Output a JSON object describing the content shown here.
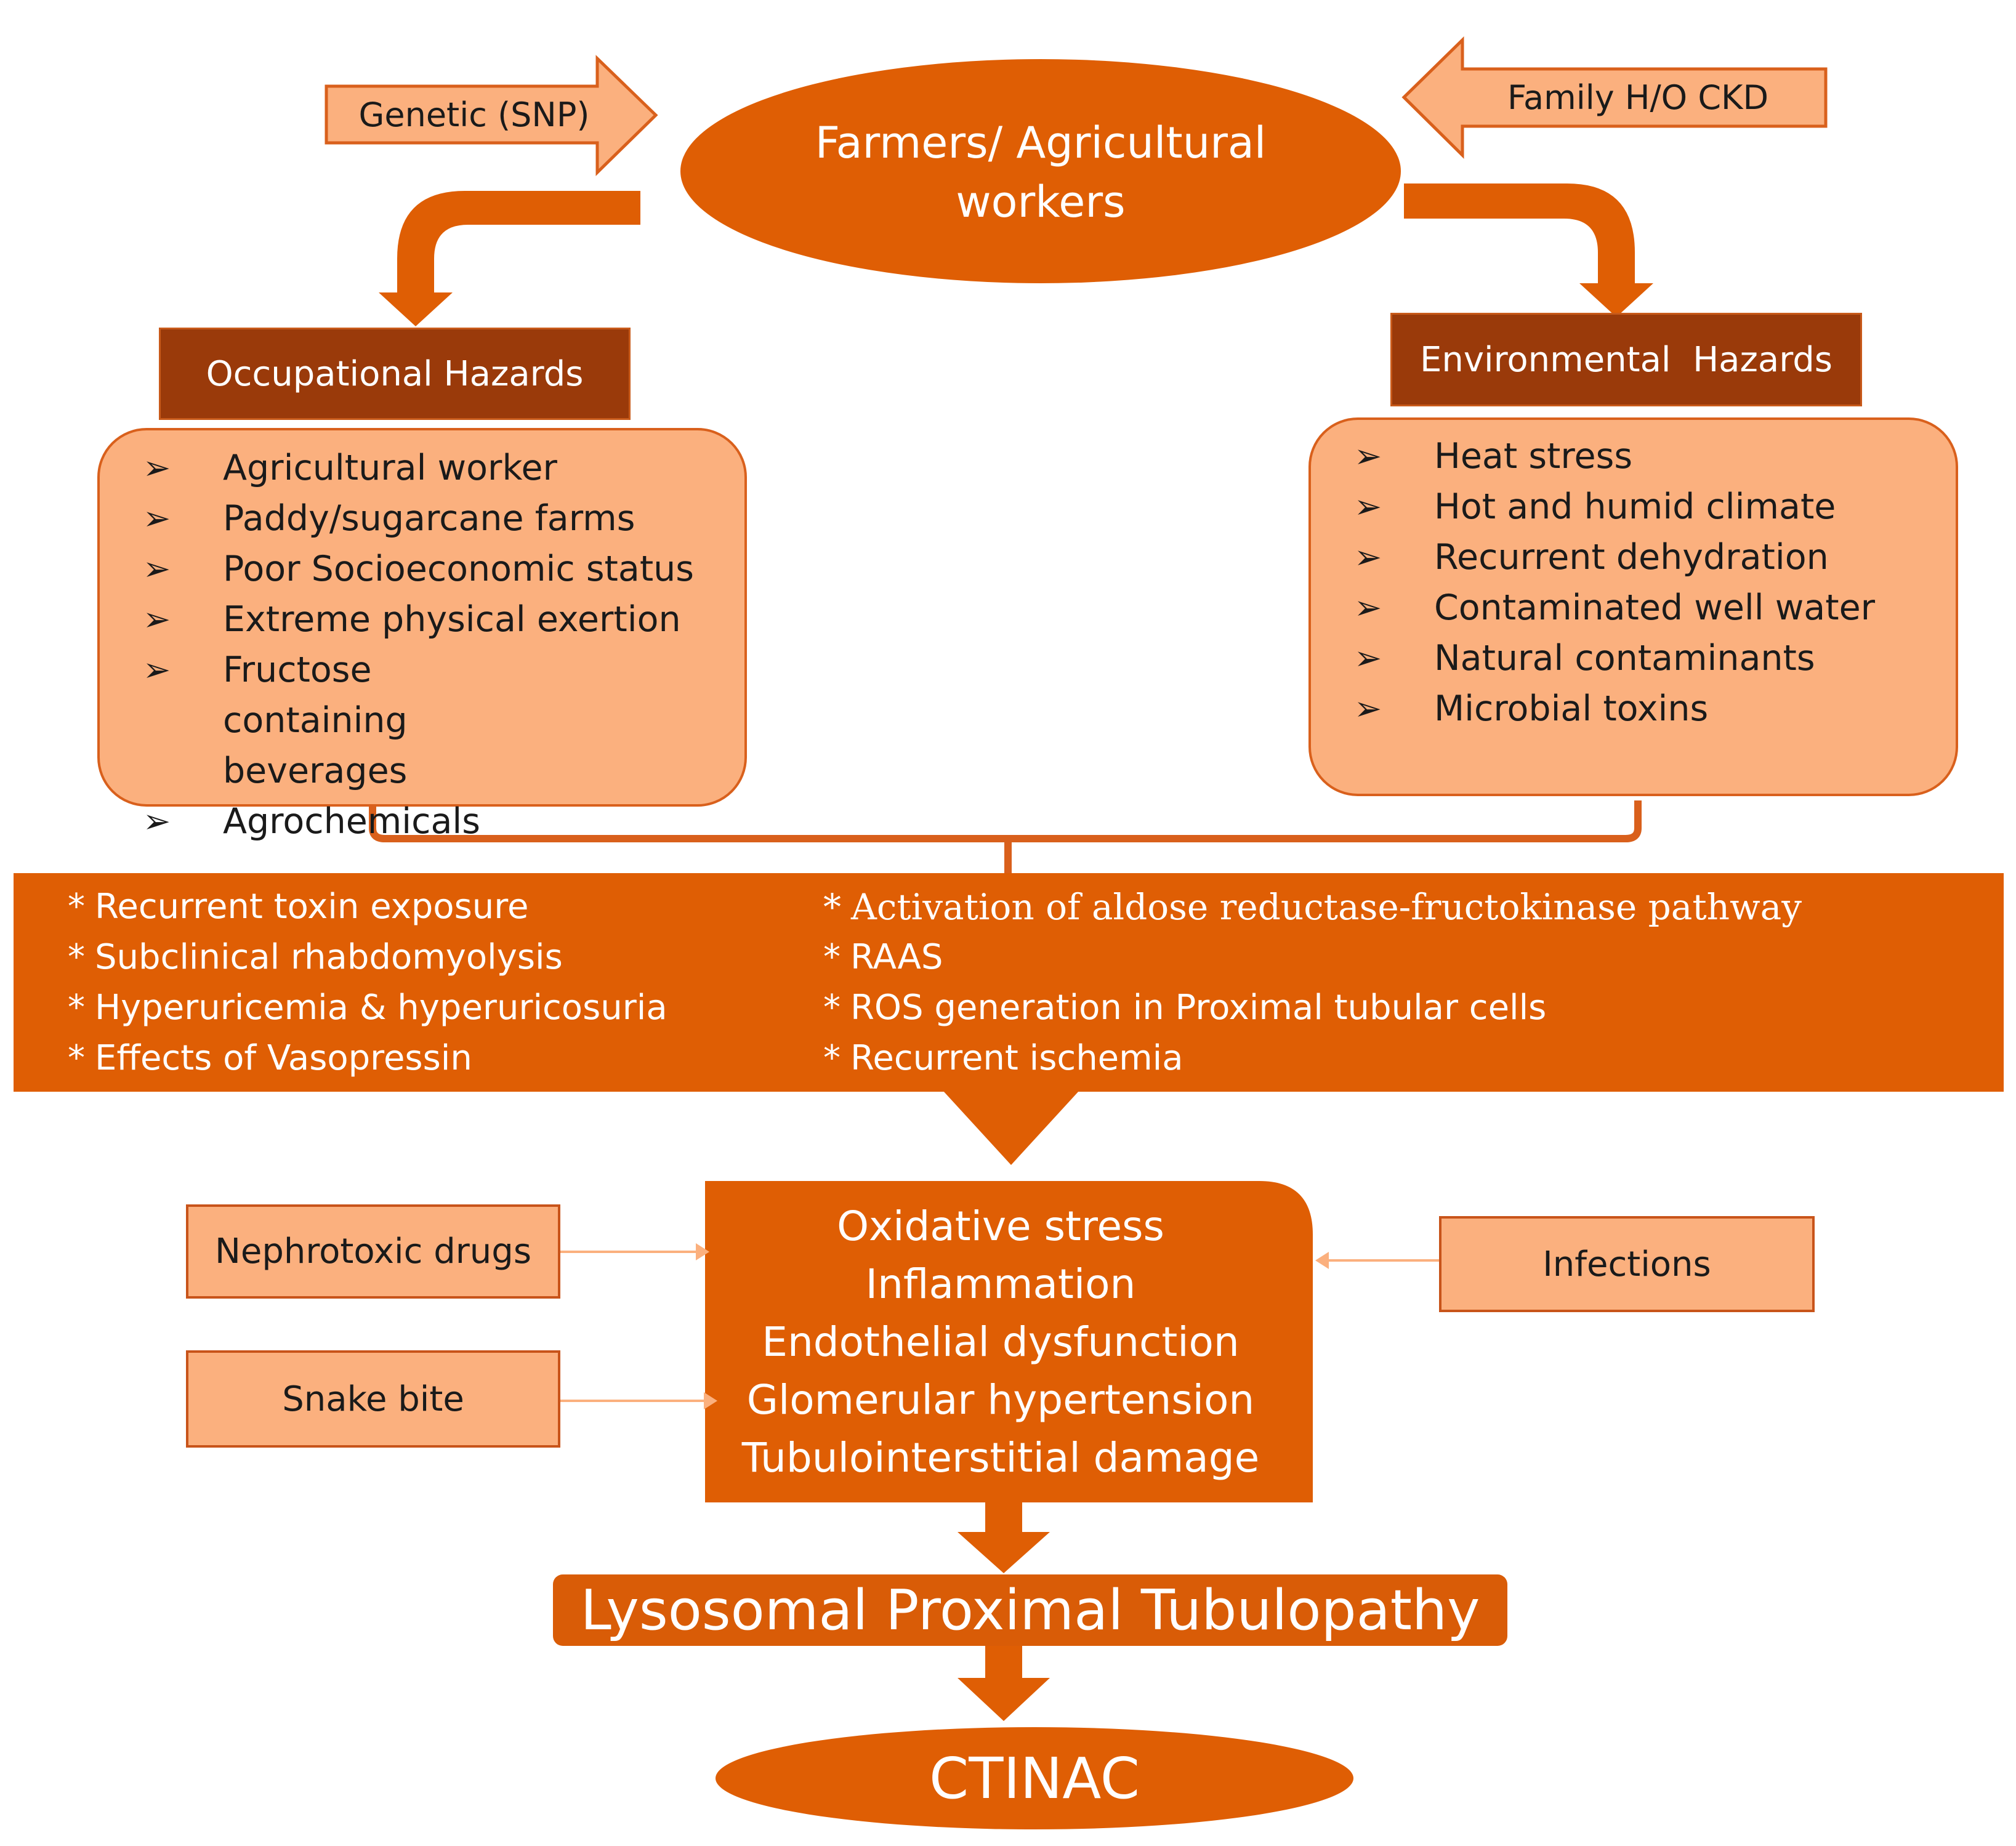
{
  "top": {
    "genetic": "Genetic (SNP)",
    "family": "Family H/O CKD",
    "central": "Farmers/ Agricultural workers"
  },
  "occupational": {
    "title": "Occupational Hazards",
    "items": [
      "Agricultural worker",
      "Paddy/sugarcane farms",
      "Poor Socioeconomic status",
      "Extreme physical exertion",
      "Fructose containing beverages",
      "Agrochemicals"
    ]
  },
  "environmental": {
    "title": "Environmental  Hazards",
    "items": [
      "Heat stress",
      "Hot and humid climate",
      "Recurrent dehydration",
      "Contaminated well water",
      "Natural contaminants",
      "Microbial toxins"
    ]
  },
  "mechanisms": {
    "left": [
      "Recurrent toxin exposure",
      "Subclinical rhabdomyolysis",
      "Hyperuricemia & hyperuricosuria",
      "Effects of Vasopressin"
    ],
    "right": [
      "Activation of aldose reductase-fructokinase pathway",
      "RAAS",
      "ROS generation in Proximal tubular cells",
      "Recurrent ischemia"
    ]
  },
  "pathology": [
    "Oxidative stress",
    "Inflammation",
    "Endothelial dysfunction",
    "Glomerular hypertension",
    "Tubulointerstitial damage"
  ],
  "contributors": {
    "nephrotoxic": "Nephrotoxic drugs",
    "snake": "Snake bite",
    "infections": "Infections"
  },
  "outcome": {
    "lpt": "Lysosomal Proximal Tubulopathy",
    "final": "CTINAC"
  },
  "colors": {
    "primary": "#df5e04",
    "light": "#fbb07e",
    "dark_header": "#9a3a0a"
  }
}
